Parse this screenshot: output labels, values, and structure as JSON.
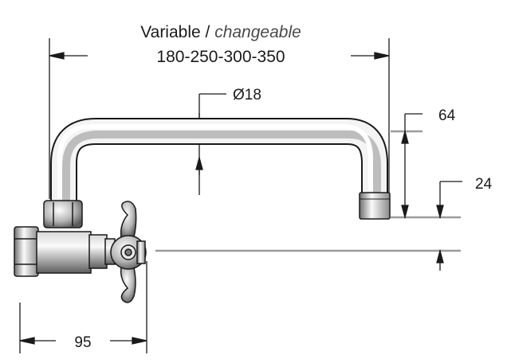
{
  "dimensions": {
    "length_label": "Variable",
    "length_label_alt": "changeable",
    "length_separator": " / ",
    "length_values": "180-250-300-350",
    "diameter": "Ø18",
    "spout_height": "64",
    "outlet_height": "24",
    "body_width": "95"
  },
  "colors": {
    "line": "#1a1a1a",
    "guide": "#9a9a9a",
    "metal_light": "#f2f2f2",
    "metal_dark": "#6e6e6e"
  }
}
